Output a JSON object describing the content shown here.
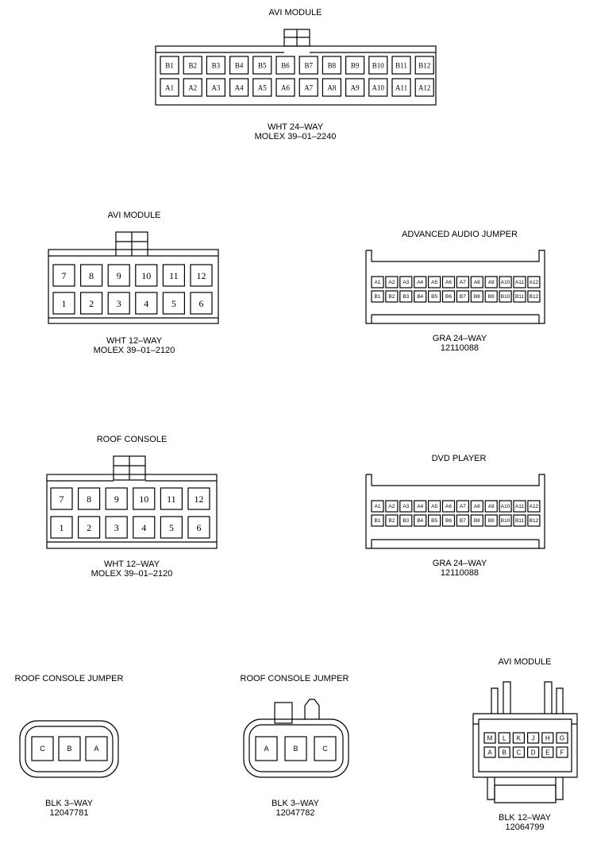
{
  "connectors": {
    "avi_24": {
      "title": "AVI MODULE",
      "cap1": "WHT 24–WAY",
      "cap2": "MOLEX 39–01–2240",
      "row_top": [
        "B1",
        "B2",
        "B3",
        "B4",
        "B5",
        "B6",
        "B7",
        "B8",
        "B9",
        "B10",
        "B11",
        "B12"
      ],
      "row_bottom": [
        "A1",
        "A2",
        "A3",
        "A4",
        "A5",
        "A6",
        "A7",
        "A8",
        "A9",
        "A10",
        "A11",
        "A12"
      ]
    },
    "avi_12": {
      "title": "AVI MODULE",
      "cap1": "WHT 12–WAY",
      "cap2": "MOLEX 39–01–2120",
      "row_top": [
        "7",
        "8",
        "9",
        "10",
        "11",
        "12"
      ],
      "row_bottom": [
        "1",
        "2",
        "3",
        "4",
        "5",
        "6"
      ]
    },
    "adv_audio": {
      "title": "ADVANCED AUDIO JUMPER",
      "cap1": "GRA 24–WAY",
      "cap2": "12110088",
      "row_top": [
        "A1",
        "A2",
        "A3",
        "A4",
        "A5",
        "A6",
        "A7",
        "A8",
        "A9",
        "A10",
        "A11",
        "A12"
      ],
      "row_bottom": [
        "B1",
        "B2",
        "B3",
        "B4",
        "B5",
        "B6",
        "B7",
        "B8",
        "B9",
        "B10",
        "B11",
        "B12"
      ]
    },
    "roof_console": {
      "title": "ROOF CONSOLE",
      "cap1": "WHT 12–WAY",
      "cap2": "MOLEX 39–01–2120",
      "row_top": [
        "7",
        "8",
        "9",
        "10",
        "11",
        "12"
      ],
      "row_bottom": [
        "1",
        "2",
        "3",
        "4",
        "5",
        "6"
      ]
    },
    "dvd_player": {
      "title": "DVD PLAYER",
      "cap1": "GRA 24–WAY",
      "cap2": "12110088",
      "row_top": [
        "A1",
        "A2",
        "A3",
        "A4",
        "A5",
        "A6",
        "A7",
        "A8",
        "A9",
        "A10",
        "A11",
        "A12"
      ],
      "row_bottom": [
        "B1",
        "B2",
        "B3",
        "B4",
        "B5",
        "B6",
        "B7",
        "B8",
        "B9",
        "B10",
        "B11",
        "B12"
      ]
    },
    "roof_jumper_1": {
      "title": "ROOF CONSOLE JUMPER",
      "cap1": "BLK 3–WAY",
      "cap2": "12047781",
      "pins": [
        "C",
        "B",
        "A"
      ]
    },
    "roof_jumper_2": {
      "title": "ROOF CONSOLE JUMPER",
      "cap1": "BLK 3–WAY",
      "cap2": "12047782",
      "pins": [
        "A",
        "B",
        "C"
      ]
    },
    "avi_12_blk": {
      "title": "AVI MODULE",
      "cap1": "BLK 12–WAY",
      "cap2": "12064799",
      "row_top": [
        "M",
        "L",
        "K",
        "J",
        "H",
        "G"
      ],
      "row_bottom": [
        "A",
        "B",
        "C",
        "D",
        "E",
        "F"
      ]
    }
  }
}
